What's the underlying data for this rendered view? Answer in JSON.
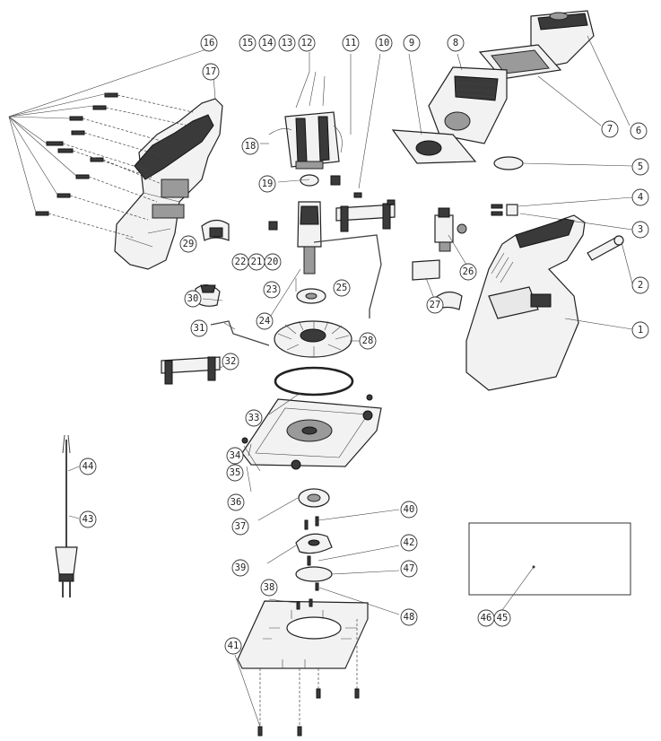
{
  "callouts": {
    "c1": "1",
    "c2": "2",
    "c3": "3",
    "c4": "4",
    "c5": "5",
    "c6": "6",
    "c7": "7",
    "c8": "8",
    "c9": "9",
    "c10": "10",
    "c11": "11",
    "c12": "12",
    "c13": "13",
    "c14": "14",
    "c15": "15",
    "c16": "16",
    "c17": "17",
    "c18": "18",
    "c19": "19",
    "c20": "20",
    "c21": "21",
    "c22": "22",
    "c23": "23",
    "c24": "24",
    "c25": "25",
    "c26": "26",
    "c27": "27",
    "c28": "28",
    "c29": "29",
    "c30": "30",
    "c31": "31",
    "c32": "32",
    "c33": "33",
    "c34": "34",
    "c35": "35",
    "c36": "36",
    "c37": "37",
    "c38": "38",
    "c39": "39",
    "c40": "40",
    "c41": "41",
    "c42": "42",
    "c43": "43",
    "c44": "44",
    "c45": "45",
    "c46": "46",
    "c47": "47",
    "c48": "48"
  }
}
